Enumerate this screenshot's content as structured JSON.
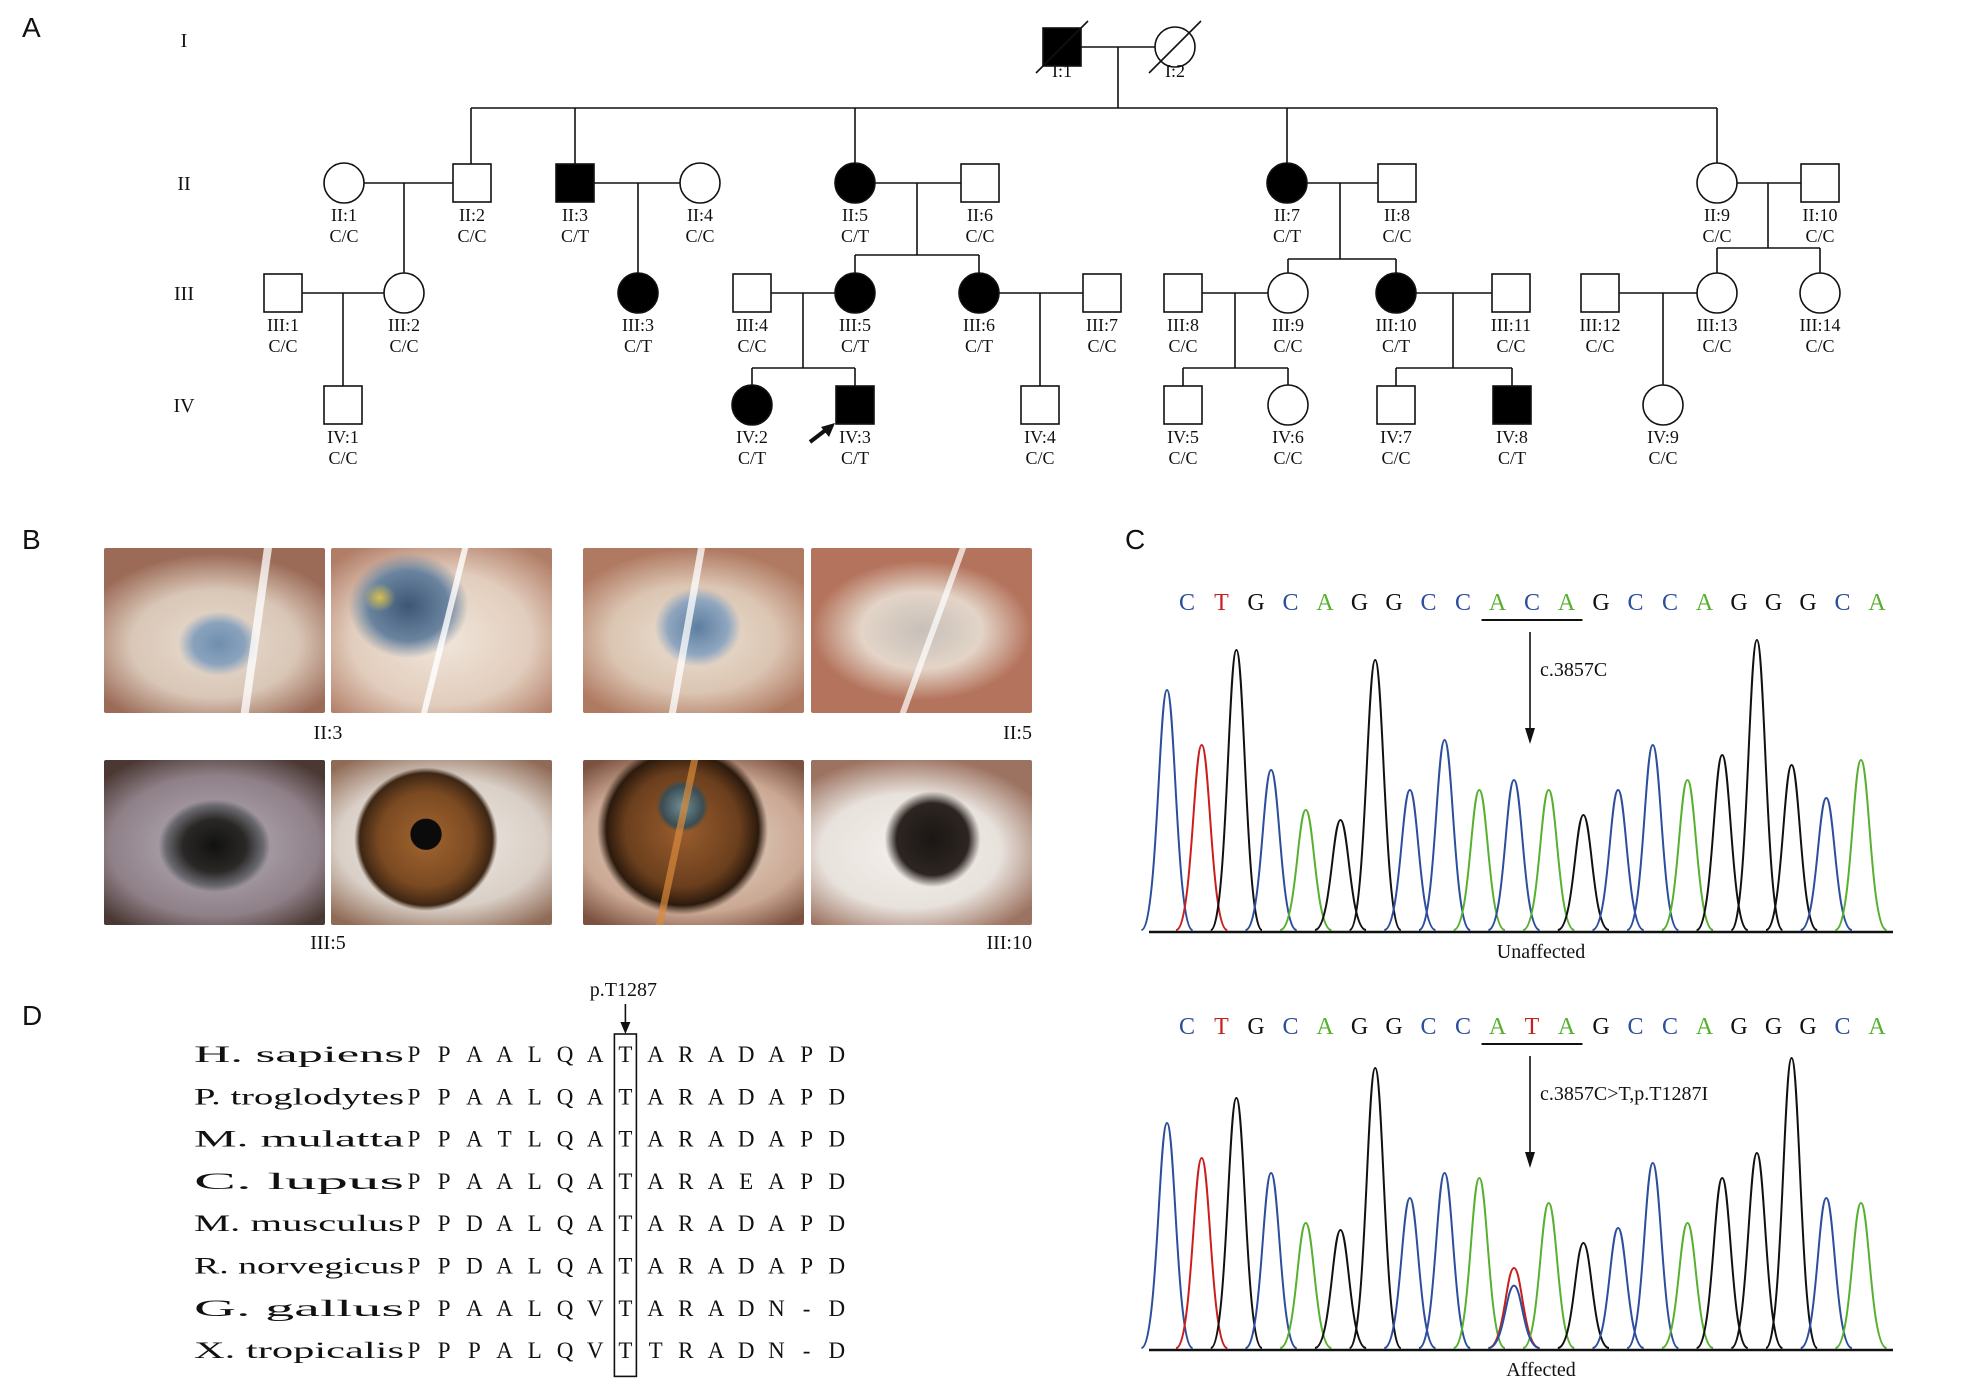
{
  "panels": {
    "a": "A",
    "b": "B",
    "c": "C",
    "d": "D"
  },
  "pedigree": {
    "generations": [
      "I",
      "II",
      "III",
      "IV"
    ],
    "individuals": [
      {
        "id": "I:1",
        "sex": "M",
        "affected": true,
        "deceased": true,
        "genotype": ""
      },
      {
        "id": "I:2",
        "sex": "F",
        "affected": false,
        "deceased": true,
        "genotype": ""
      },
      {
        "id": "II:1",
        "sex": "F",
        "affected": false,
        "genotype": "C/C"
      },
      {
        "id": "II:2",
        "sex": "M",
        "affected": false,
        "genotype": "C/C"
      },
      {
        "id": "II:3",
        "sex": "M",
        "affected": true,
        "genotype": "C/T"
      },
      {
        "id": "II:4",
        "sex": "F",
        "affected": false,
        "genotype": "C/C"
      },
      {
        "id": "II:5",
        "sex": "F",
        "affected": true,
        "genotype": "C/T"
      },
      {
        "id": "II:6",
        "sex": "M",
        "affected": false,
        "genotype": "C/C"
      },
      {
        "id": "II:7",
        "sex": "F",
        "affected": true,
        "genotype": "C/T"
      },
      {
        "id": "II:8",
        "sex": "M",
        "affected": false,
        "genotype": "C/C"
      },
      {
        "id": "II:9",
        "sex": "F",
        "affected": false,
        "genotype": "C/C"
      },
      {
        "id": "II:10",
        "sex": "M",
        "affected": false,
        "genotype": "C/C"
      },
      {
        "id": "III:1",
        "sex": "M",
        "affected": false,
        "genotype": "C/C"
      },
      {
        "id": "III:2",
        "sex": "F",
        "affected": false,
        "genotype": "C/C"
      },
      {
        "id": "III:3",
        "sex": "F",
        "affected": true,
        "genotype": "C/T"
      },
      {
        "id": "III:4",
        "sex": "M",
        "affected": false,
        "genotype": "C/C"
      },
      {
        "id": "III:5",
        "sex": "F",
        "affected": true,
        "genotype": "C/T"
      },
      {
        "id": "III:6",
        "sex": "F",
        "affected": true,
        "genotype": "C/T"
      },
      {
        "id": "III:7",
        "sex": "M",
        "affected": false,
        "genotype": "C/C"
      },
      {
        "id": "III:8",
        "sex": "M",
        "affected": false,
        "genotype": "C/C"
      },
      {
        "id": "III:9",
        "sex": "F",
        "affected": false,
        "genotype": "C/C"
      },
      {
        "id": "III:10",
        "sex": "F",
        "affected": true,
        "genotype": "C/T"
      },
      {
        "id": "III:11",
        "sex": "M",
        "affected": false,
        "genotype": "C/C"
      },
      {
        "id": "III:12",
        "sex": "M",
        "affected": false,
        "genotype": "C/C"
      },
      {
        "id": "III:13",
        "sex": "F",
        "affected": false,
        "genotype": "C/C"
      },
      {
        "id": "III:14",
        "sex": "F",
        "affected": false,
        "genotype": "C/C"
      },
      {
        "id": "IV:1",
        "sex": "M",
        "affected": false,
        "genotype": "C/C"
      },
      {
        "id": "IV:2",
        "sex": "F",
        "affected": true,
        "genotype": "C/T"
      },
      {
        "id": "IV:3",
        "sex": "M",
        "affected": true,
        "proband": true,
        "genotype": "C/T"
      },
      {
        "id": "IV:4",
        "sex": "M",
        "affected": false,
        "genotype": "C/C"
      },
      {
        "id": "IV:5",
        "sex": "M",
        "affected": false,
        "genotype": "C/C"
      },
      {
        "id": "IV:6",
        "sex": "F",
        "affected": false,
        "genotype": "C/C"
      },
      {
        "id": "IV:7",
        "sex": "M",
        "affected": false,
        "genotype": "C/C"
      },
      {
        "id": "IV:8",
        "sex": "M",
        "affected": true,
        "genotype": "C/T"
      },
      {
        "id": "IV:9",
        "sex": "F",
        "affected": false,
        "genotype": "C/C"
      }
    ]
  },
  "photos": {
    "captions": [
      "II:3",
      "II:5",
      "III:5",
      "III:10"
    ]
  },
  "chromatogram": {
    "top": {
      "bases": [
        "C",
        "T",
        "G",
        "C",
        "A",
        "G",
        "G",
        "C",
        "C",
        "A",
        "C",
        "A",
        "G",
        "C",
        "C",
        "A",
        "G",
        "G",
        "G",
        "C",
        "A"
      ],
      "codon": [
        "A",
        "C",
        "A"
      ],
      "annotation": "c.3857C",
      "label": "Unaffected"
    },
    "bottom": {
      "bases": [
        "C",
        "T",
        "G",
        "C",
        "A",
        "G",
        "G",
        "C",
        "C",
        "A",
        "T",
        "A",
        "G",
        "C",
        "C",
        "A",
        "G",
        "G",
        "G",
        "C",
        "A"
      ],
      "codon": [
        "A",
        "T",
        "A"
      ],
      "annotation": "c.3857C>T,p.T1287I",
      "label": "Affected"
    },
    "colors": {
      "A": "#58b030",
      "C": "#2c4e9c",
      "G": "#111111",
      "T": "#c8201e"
    }
  },
  "alignment": {
    "site_label": "p.T1287",
    "rows": [
      {
        "species": "H. sapiens",
        "seq": [
          "P",
          "P",
          "A",
          "A",
          "L",
          "Q",
          "A",
          "T",
          "A",
          "R",
          "A",
          "D",
          "A",
          "P",
          "D"
        ]
      },
      {
        "species": "P. troglodytes",
        "seq": [
          "P",
          "P",
          "A",
          "A",
          "L",
          "Q",
          "A",
          "T",
          "A",
          "R",
          "A",
          "D",
          "A",
          "P",
          "D"
        ]
      },
      {
        "species": "M. mulatta",
        "seq": [
          "P",
          "P",
          "A",
          "T",
          "L",
          "Q",
          "A",
          "T",
          "A",
          "R",
          "A",
          "D",
          "A",
          "P",
          "D"
        ]
      },
      {
        "species": "C. lupus",
        "seq": [
          "P",
          "P",
          "A",
          "A",
          "L",
          "Q",
          "A",
          "T",
          "A",
          "R",
          "A",
          "E",
          "A",
          "P",
          "D"
        ]
      },
      {
        "species": "M. musculus",
        "seq": [
          "P",
          "P",
          "D",
          "A",
          "L",
          "Q",
          "A",
          "T",
          "A",
          "R",
          "A",
          "D",
          "A",
          "P",
          "D"
        ]
      },
      {
        "species": "R. norvegicus",
        "seq": [
          "P",
          "P",
          "D",
          "A",
          "L",
          "Q",
          "A",
          "T",
          "A",
          "R",
          "A",
          "D",
          "A",
          "P",
          "D"
        ]
      },
      {
        "species": "G. gallus",
        "seq": [
          "P",
          "P",
          "A",
          "A",
          "L",
          "Q",
          "V",
          "T",
          "A",
          "R",
          "A",
          "D",
          "N",
          "-",
          "D"
        ]
      },
      {
        "species": "X. tropicalis",
        "seq": [
          "P",
          "P",
          "P",
          "A",
          "L",
          "Q",
          "V",
          "T",
          "T",
          "R",
          "A",
          "D",
          "N",
          "-",
          "D"
        ]
      }
    ]
  }
}
